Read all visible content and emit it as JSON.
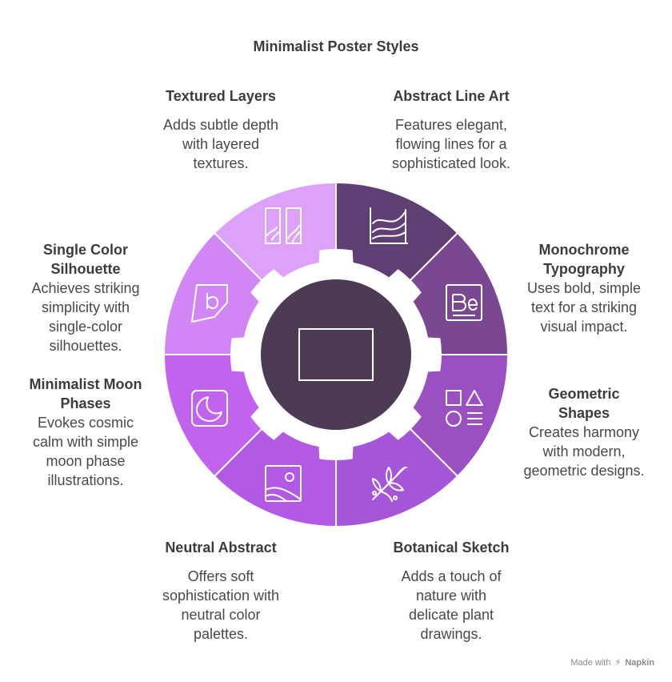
{
  "title": "Minimalist Poster Styles",
  "center": {
    "fill": "#4d3b55",
    "icon": "poster-frame-icon"
  },
  "segments": [
    {
      "id": "abstract-line-art",
      "title": "Abstract Line Art",
      "desc": "Features elegant, flowing lines for a sophisticated look.",
      "color": "#603f75",
      "icon": "line-chart-icon"
    },
    {
      "id": "monochrome-typography",
      "title": "Monochrome Typography",
      "desc": "Uses bold, simple text for a striking visual impact.",
      "color": "#7a4891",
      "icon": "behance-icon"
    },
    {
      "id": "geometric-shapes",
      "title": "Geometric Shapes",
      "desc": "Creates harmony with modern, geometric designs.",
      "color": "#9b50c2",
      "icon": "shapes-icon"
    },
    {
      "id": "botanical-sketch",
      "title": "Botanical Sketch",
      "desc": "Adds a touch of nature with delicate plant drawings.",
      "color": "#a555d7",
      "icon": "plant-icon"
    },
    {
      "id": "neutral-abstract",
      "title": "Neutral Abstract",
      "desc": "Offers soft sophistication with neutral color palettes.",
      "color": "#b35ae4",
      "icon": "landscape-image-icon"
    },
    {
      "id": "minimalist-moon-phases",
      "title": "Minimalist Moon Phases",
      "desc": "Evokes cosmic calm with simple moon phase illustrations.",
      "color": "#c163ee",
      "icon": "moon-icon"
    },
    {
      "id": "single-color-silhouette",
      "title": "Single Color Silhouette",
      "desc": "Achieves striking simplicity with single-color silhouettes.",
      "color": "#d285f5",
      "icon": "silhouette-frame-icon"
    },
    {
      "id": "textured-layers",
      "title": "Textured Layers",
      "desc": "Adds subtle depth with layered textures.",
      "color": "#dea1fa",
      "icon": "layered-panels-icon"
    }
  ],
  "footer": {
    "made_with": "Made with",
    "brand": "Napkin"
  }
}
